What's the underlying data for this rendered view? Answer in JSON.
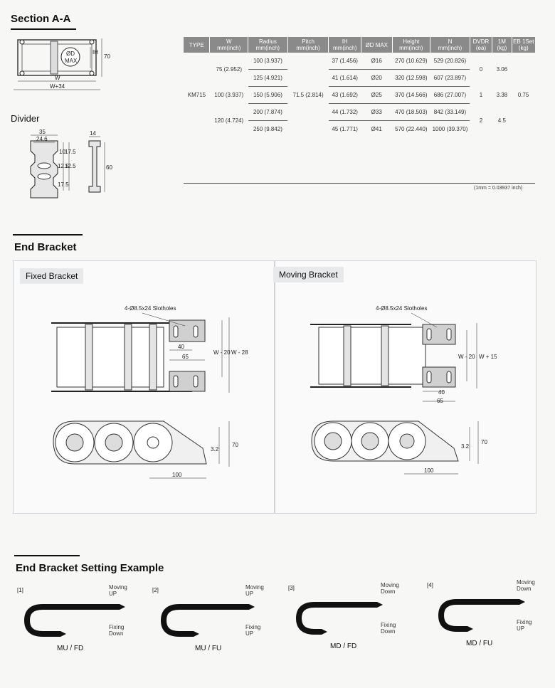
{
  "section_a": {
    "title": "Section A-A",
    "labels": {
      "od": "ØD",
      "max": "MAX",
      "ih": "IH",
      "h70": "70",
      "w": "W",
      "w34": "W+34"
    }
  },
  "divider": {
    "title": "Divider",
    "labels": {
      "d35": "35",
      "d24": "24.6",
      "d14": "14",
      "d60": "60",
      "d10": "10",
      "d175a": "17.5",
      "d125a": "12.5",
      "d125b": "12.5",
      "d175b": "17.5"
    }
  },
  "spec_table": {
    "headers": [
      "TYPE",
      "W\nmm(inch)",
      "Radius\nmm(inch)",
      "Pitch\nmm(inch)",
      "IH\nmm(inch)",
      "ØD MAX",
      "Height\nmm(inch)",
      "N\nmm(inch)",
      "DVDR\n(ea)",
      "1M\n(kg)",
      "EB 1Set\n(kg)"
    ],
    "type": "KM715",
    "pitch": "71.5 (2.814)",
    "eb_set": "0.75",
    "w_values": [
      "75 (2.952)",
      "100 (3.937)",
      "120 (4.724)"
    ],
    "rows": [
      {
        "radius": "100 (3.937)",
        "ih": "37 (1.456)",
        "od": "Ø16",
        "height": "270 (10.629)",
        "n": "529 (20.826)"
      },
      {
        "radius": "125 (4.921)",
        "ih": "41 (1.614)",
        "od": "Ø20",
        "height": "320 (12.598)",
        "n": "607 (23.897)"
      },
      {
        "radius": "150 (5.906)",
        "ih": "43 (1.692)",
        "od": "Ø25",
        "height": "370 (14.566)",
        "n": "686 (27.007)"
      },
      {
        "radius": "200 (7.874)",
        "ih": "44 (1.732)",
        "od": "Ø33",
        "height": "470 (18.503)",
        "n": "842 (33.149)"
      },
      {
        "radius": "250 (9.842)",
        "ih": "45 (1.771)",
        "od": "Ø41",
        "height": "570 (22.440)",
        "n": "1000 (39.370)"
      }
    ],
    "dvdr": [
      "0",
      "1",
      "2"
    ],
    "kg": [
      "3.06",
      "3.38",
      "4.5"
    ],
    "footnote": "(1mm = 0.03937 inch)"
  },
  "end_bracket": {
    "title": "End Bracket",
    "fixed": {
      "title": "Fixed Bracket",
      "slot": "4-Ø8.5x24 Slotholes",
      "dims": {
        "a": "40",
        "b": "65",
        "c": "W - 20",
        "d": "W - 28",
        "e": "3.2",
        "f": "70",
        "g": "100"
      }
    },
    "moving": {
      "title": "Moving Bracket",
      "slot": "4-Ø8.5x24 Slotholes",
      "dims": {
        "a": "40",
        "b": "65",
        "c": "W - 20",
        "d": "W + 15",
        "e": "3.2",
        "f": "70",
        "g": "100"
      }
    }
  },
  "setting_example": {
    "title": "End Bracket Setting Example",
    "items": [
      {
        "num": "[1]",
        "top1": "Moving",
        "top2": "UP",
        "bot1": "Fixing",
        "bot2": "Down",
        "caption": "MU / FD"
      },
      {
        "num": "[2]",
        "top1": "Moving",
        "top2": "UP",
        "bot1": "Fixing",
        "bot2": "UP",
        "caption": "MU / FU"
      },
      {
        "num": "[3]",
        "top1": "Moving",
        "top2": "Down",
        "bot1": "Fixing",
        "bot2": "Down",
        "caption": "MD / FD"
      },
      {
        "num": "[4]",
        "top1": "Moving",
        "top2": "Down",
        "bot1": "Fixing",
        "bot2": "UP",
        "caption": "MD / FU"
      }
    ]
  },
  "colors": {
    "header_gray": "#8a8a8a",
    "panel_border": "#cfd3d8",
    "ink": "#111111"
  }
}
